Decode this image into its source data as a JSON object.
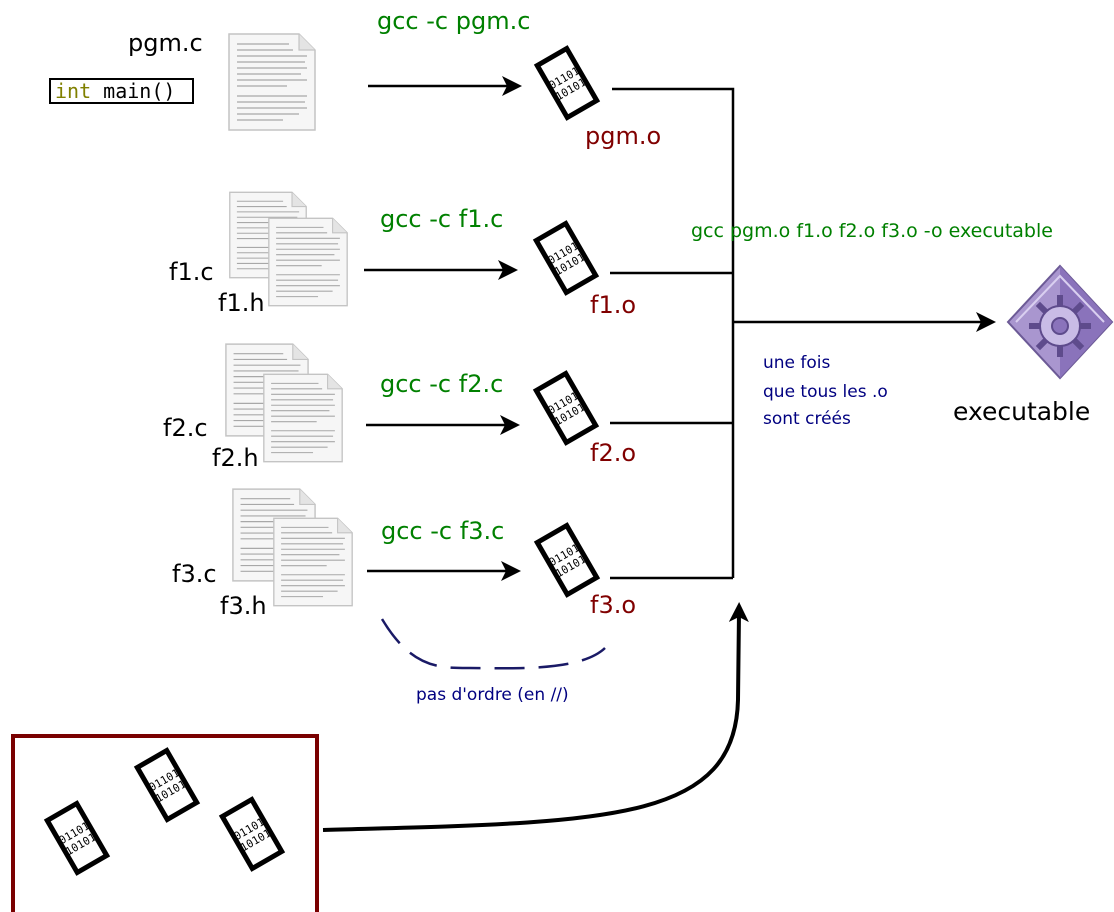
{
  "sources": {
    "pgm": {
      "file_label": "pgm.c",
      "code_keyword": "int",
      "code_rest": " main()"
    },
    "f1": {
      "c_label": "f1.c",
      "h_label": "f1.h"
    },
    "f2": {
      "c_label": "f2.c",
      "h_label": "f2.h"
    },
    "f3": {
      "c_label": "f3.c",
      "h_label": "f3.h"
    }
  },
  "compile_commands": {
    "pgm": "gcc -c pgm.c",
    "f1": "gcc -c f1.c",
    "f2": "gcc -c f2.c",
    "f3": "gcc -c f3.c"
  },
  "objects": {
    "pgm": "pgm.o",
    "f1": "f1.o",
    "f2": "f2.o",
    "f3": "f3.o"
  },
  "binary_glyph": {
    "line1": "01101",
    "line2": "10101"
  },
  "link_command": "gcc pgm.o f1.o f2.o f3.o -o executable",
  "link_note": {
    "line1": "une fois",
    "line2": "que tous les .o",
    "line3": "sont créés"
  },
  "executable_label": "executable",
  "parallel_note": "pas d'ordre (en //)",
  "colors": {
    "command_green": "#008000",
    "object_red": "#800000",
    "note_navy": "#000080",
    "box_border": "#7a0000",
    "keyword_olive": "#808000",
    "executable_purple": "#8e72b8"
  },
  "icons": [
    "text-document-icon",
    "object-file-icon",
    "executable-gear-icon"
  ]
}
